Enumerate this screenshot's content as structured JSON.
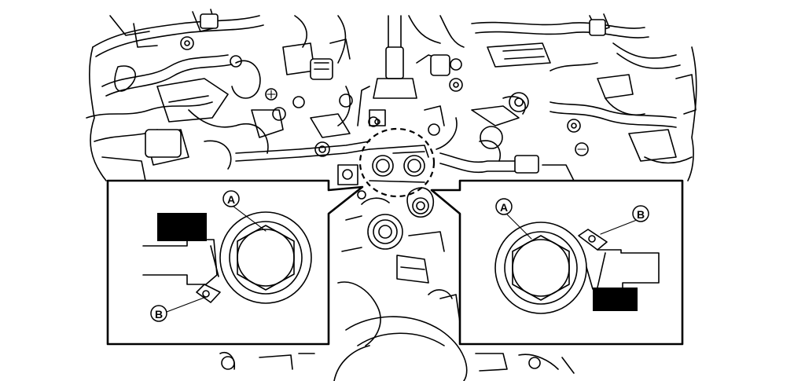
{
  "diagram": {
    "callouts": {
      "left_A": "A",
      "left_B": "B",
      "right_A": "A",
      "right_B": "B"
    },
    "colors": {
      "line": "#000000",
      "background": "#ffffff",
      "redaction_box": "#000000"
    }
  }
}
